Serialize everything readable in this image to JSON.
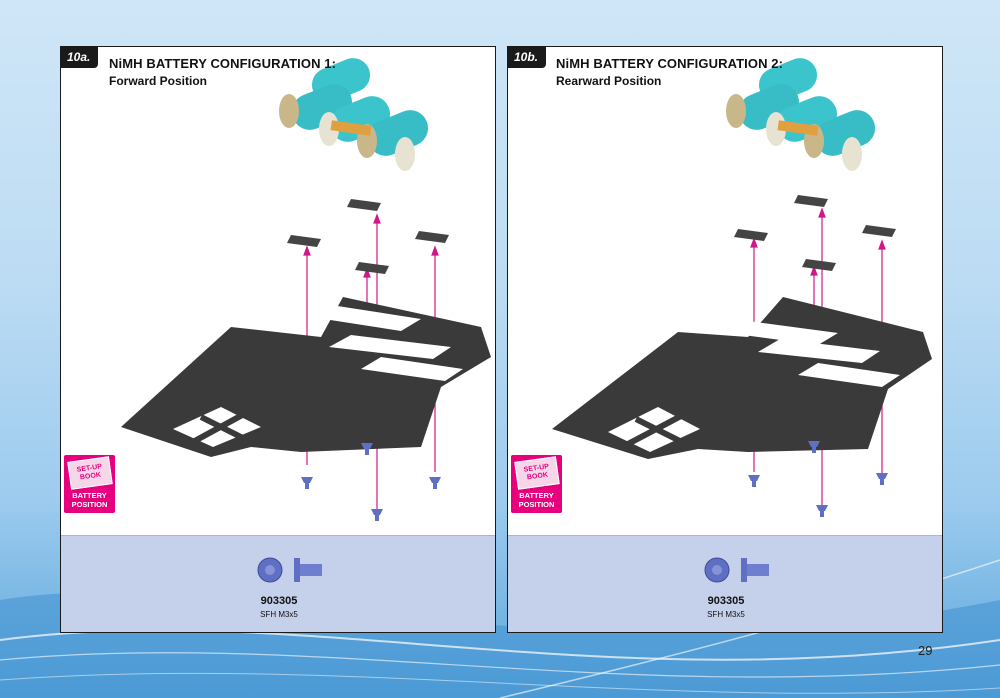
{
  "page_number": "29",
  "panels": [
    {
      "step": "10a.",
      "title": "NiMH BATTERY CONFIGURATION 1:",
      "subtitle": "Forward Position",
      "badge": {
        "book_text": "SET-UP BOOK",
        "label_line1": "BATTERY",
        "label_line2": "POSITION"
      },
      "part": {
        "number": "903305",
        "description": "SFH M3x5"
      }
    },
    {
      "step": "10b.",
      "title": "NiMH BATTERY CONFIGURATION 2:",
      "subtitle": "Rearward Position",
      "badge": {
        "book_text": "SET-UP BOOK",
        "label_line1": "BATTERY",
        "label_line2": "POSITION"
      },
      "part": {
        "number": "903305",
        "description": "SFH M3x5"
      }
    }
  ],
  "colors": {
    "battery": "#3cc4cc",
    "arrow": "#d1178c",
    "chassis": "#3a3a3a",
    "badge": "#e6007e",
    "parts_bg": "#c5d0ea",
    "screw": "#5f6fc4"
  }
}
